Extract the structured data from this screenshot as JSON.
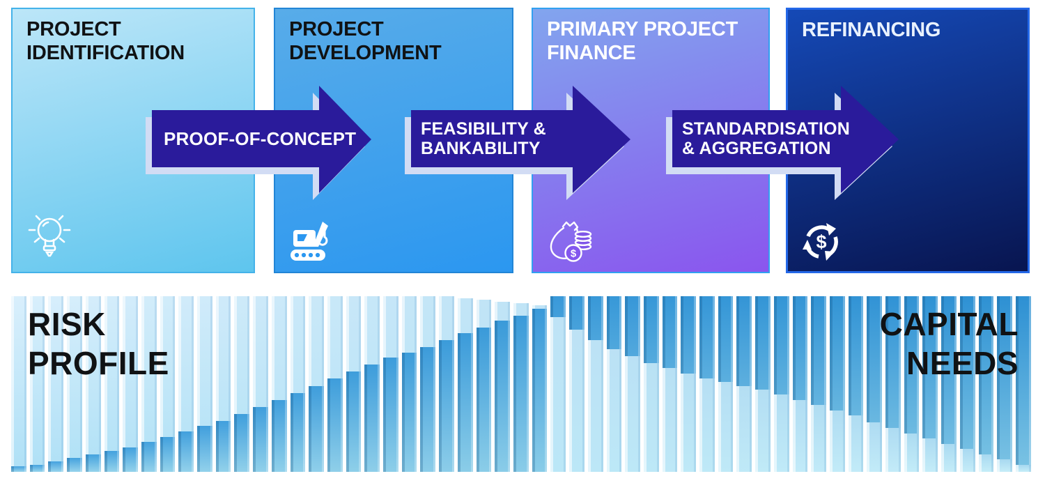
{
  "stages": [
    {
      "title": "PROJECT\nIDENTIFICATION",
      "title_color": "#101214",
      "fill_top": "#bce6f8",
      "fill_bottom": "#5ec5ee",
      "border": "#44b2e9",
      "icon": "lightbulb-icon"
    },
    {
      "title": "PROJECT\nDEVELOPMENT",
      "title_color": "#101214",
      "fill_top": "#58ace9",
      "fill_bottom": "#2b97f0",
      "border": "#2285d6",
      "icon": "crane-hook-icon"
    },
    {
      "title": "PRIMARY PROJECT\nFINANCE",
      "title_color": "#ffffff",
      "fill_top": "#82a5ee",
      "fill_bottom": "#8a55ee",
      "border": "#31a0f0",
      "icon": "money-bag-coins-icon"
    },
    {
      "title": "REFINANCING",
      "title_color": "#e9f2ff",
      "fill_top": "#1549b6",
      "fill_bottom": "#081550",
      "border": "#2468e8",
      "icon": "dollar-cycle-icon"
    }
  ],
  "arrows": [
    {
      "label": "PROOF-OF-CONCEPT"
    },
    {
      "label": "FEASIBILITY &\nBANKABILITY"
    },
    {
      "label": "STANDARDISATION\n& AGGREGATION"
    }
  ],
  "arrow_style": {
    "fill": "#2a1b9b",
    "shadow": "#d2dcf4",
    "text_color": "#ffffff"
  },
  "chart": {
    "left_label": "RISK\nPROFILE",
    "right_label": "CAPITAL\nNEEDS",
    "label_color": "#101214"
  },
  "chart_data": {
    "type": "bar",
    "title": "",
    "xlabel": "",
    "ylabel": "",
    "unit": "percent of strip height",
    "legend": false,
    "description": "Decorative dual-series bar strip across the project lifecycle: pale bars (risk profile) stay full height then decline; saturated bars (capital needs) rise to full height and stay.",
    "series": [
      {
        "name": "RISK PROFILE",
        "role": "pale",
        "values": [
          100,
          100,
          100,
          100,
          100,
          100,
          100,
          100,
          100,
          100,
          100,
          100,
          100,
          100,
          100,
          100,
          100,
          100,
          100,
          100,
          100,
          100,
          100,
          100,
          99,
          98,
          97,
          96,
          95,
          88,
          81,
          75,
          70,
          66,
          62,
          59,
          56,
          53,
          51,
          49,
          47,
          44,
          41,
          38,
          35,
          32,
          28,
          25,
          22,
          19,
          16,
          13,
          10,
          7,
          4
        ]
      },
      {
        "name": "CAPITAL NEEDS",
        "role": "saturated",
        "values": [
          3,
          4,
          6,
          8,
          10,
          12,
          14,
          17,
          20,
          23,
          26,
          29,
          33,
          37,
          41,
          45,
          49,
          53,
          57,
          61,
          65,
          68,
          71,
          75,
          79,
          82,
          86,
          89,
          93,
          100,
          100,
          100,
          100,
          100,
          100,
          100,
          100,
          100,
          100,
          100,
          100,
          100,
          100,
          100,
          100,
          100,
          100,
          100,
          100,
          100,
          100,
          100,
          100,
          100,
          100
        ]
      }
    ],
    "palette": {
      "pale_top_left": "#d9effc",
      "pale_bottom_left": "#aee0f6",
      "pale_top_right": "#a6d8f0",
      "pale_bottom_right": "#c6edf8",
      "sat_top_left": "#46a3df",
      "sat_bottom_left": "#97d4ec",
      "sat_top_right": "#2d90d3",
      "sat_bottom_right": "#7cc4e4"
    }
  }
}
